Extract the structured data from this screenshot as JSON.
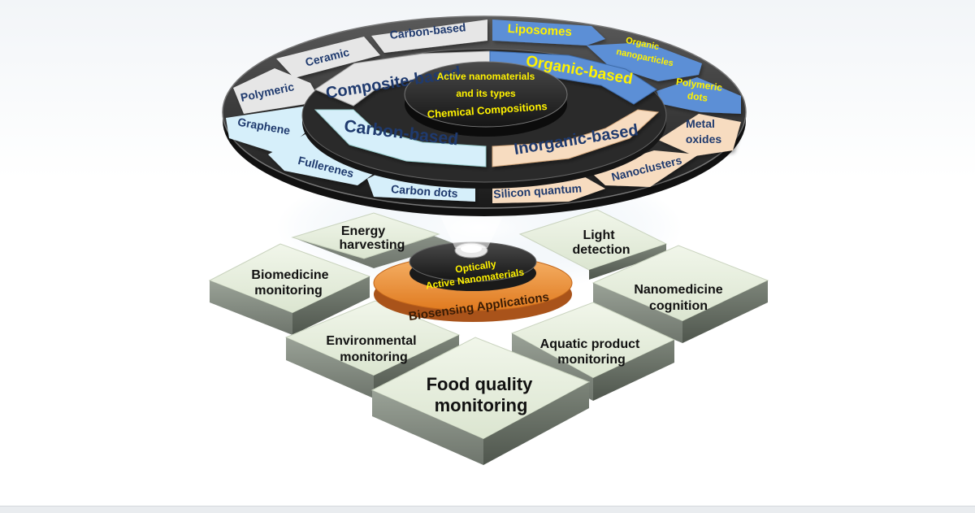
{
  "hub": {
    "line1": "Active nanomaterials",
    "line2": "and its types",
    "line3": "Chemical Compositions"
  },
  "categories": {
    "composite": "Composite-based",
    "organic": "Organic-based",
    "carbon": "Carbon-based",
    "inorganic": "Inorganic-based"
  },
  "outer": {
    "carbon_composite": "Carbon-based",
    "ceramic": "Ceramic",
    "polymeric": "Polymeric",
    "graphene": "Graphene",
    "fullerenes": "Fullerenes",
    "carbon_dots": "Carbon dots",
    "silicon_quantum": "Silicon quantum",
    "nanoclusters": "Nanoclusters",
    "metal_oxides_1": "Metal",
    "metal_oxides_2": "oxides",
    "polymeric_dots_1": "Polymeric",
    "polymeric_dots_2": "dots",
    "organic_np_1": "Organic",
    "organic_np_2": "nanoparticles",
    "liposomes": "Liposomes"
  },
  "center": {
    "top1": "Optically",
    "top2": "Active Nanomaterials",
    "ring": "Biosensing Applications"
  },
  "tiles": {
    "energy_1": "Energy",
    "energy_2": "harvesting",
    "light_1": "Light",
    "light_2": "detection",
    "biomed_1": "Biomedicine",
    "biomed_2": "monitoring",
    "nano_1": "Nanomedicine",
    "nano_2": "cognition",
    "env_1": "Environmental",
    "env_2": "monitoring",
    "aquatic_1": "Aquatic product",
    "aquatic_2": "monitoring",
    "food_1": "Food quality",
    "food_2": "monitoring"
  },
  "colors": {
    "grey_seg": "#e6e6e6",
    "blue_seg": "#5b8fd6",
    "light_blue_seg": "#d6effa",
    "peach_seg": "#f7dcc0",
    "tile": "#e8efe0",
    "hub": "#2c2c2c",
    "hub_text": "#fff200",
    "category_text": "#1f3a6e",
    "orange_ring": "#f08a2c"
  }
}
